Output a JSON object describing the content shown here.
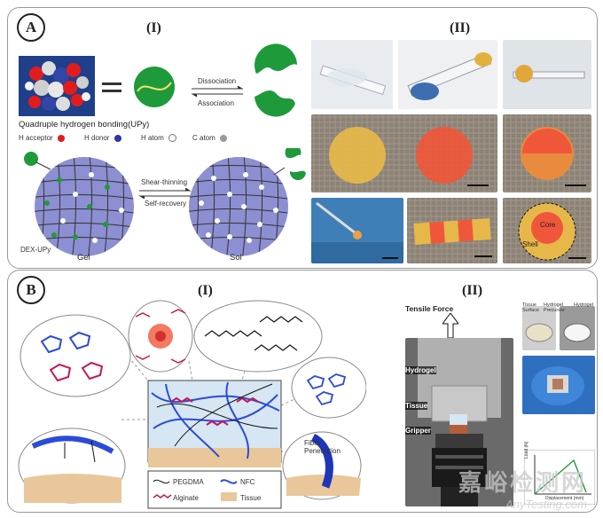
{
  "panel_a": {
    "letter": "A",
    "part1": "(I)",
    "part2": "(II)",
    "dissociation": "Dissociation",
    "association": "Association",
    "upy_caption": "Quadruple hydrogen bonding(UPy)",
    "legend": {
      "h_acceptor": "H acceptor",
      "h_donor": "H donor",
      "h_atom": "H atom",
      "c_atom": "C atom"
    },
    "shear_thinning": "Shear-thinning",
    "self_recovery": "Self-recovery",
    "dex_upy": "DEX-UPy",
    "gel": "Gel",
    "sol": "Sol",
    "core": "Core",
    "shell": "Shell"
  },
  "panel_b": {
    "letter": "B",
    "part1": "(I)",
    "part2": "(II)",
    "fiber_penetration": "Fiber\nPenetration",
    "legend": {
      "pegdma": "PEGDMA",
      "nfc": "NFC",
      "alginate": "Alginate",
      "tissue": "Tissue"
    },
    "tensile_force": "Tensile Force",
    "hydrogel": "Hydrogel",
    "tissue": "Tissue",
    "gripper": "Gripper",
    "tissue_surface": "Tissue\nSurface",
    "hydrogel_precursor": "Hydrogel\nPrecursor",
    "hydrogel_small": "Hydrogel",
    "load_axis": "Load (N)",
    "displacement_axis": "Displacement (mm)"
  },
  "watermark": {
    "line1": "嘉峪检测网",
    "line2": "AnyTesting.com"
  },
  "colors": {
    "green": "#1e9a3a",
    "lattice": "#7b7fc8",
    "orange_gel": "#f0573a",
    "yellow_gel": "#e6b84a",
    "pegdma": "#111111",
    "nfc": "#2b4bd8",
    "alginate": "#c2185b",
    "tissue": "#e9c79a"
  }
}
